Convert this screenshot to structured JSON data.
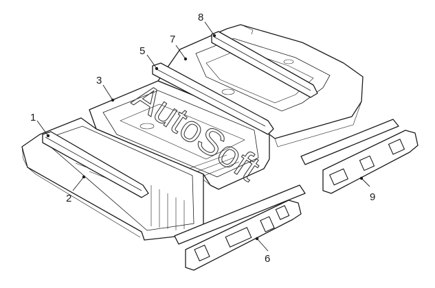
{
  "callouts": {
    "c1": "1",
    "c2": "2",
    "c3": "3",
    "c5": "5",
    "c6": "6",
    "c7": "7",
    "c8": "8",
    "c9": "9"
  },
  "watermark": "AutoSoft",
  "colors": {
    "line": "#1a1a1a",
    "paper": "#ffffff"
  }
}
